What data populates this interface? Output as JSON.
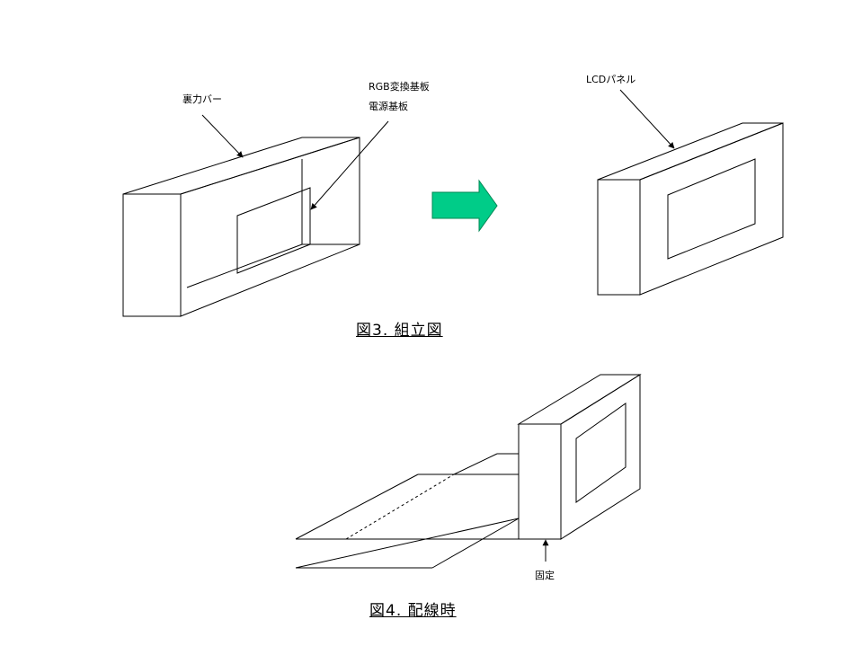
{
  "labels": {
    "back_bar": "裏力バー",
    "rgb_board": "RGB変換基板",
    "power_board": "電源基板",
    "lcd_panel": "LCDパネル",
    "fixed": "固定"
  },
  "captions": {
    "fig3": "図3. 組立図",
    "fig4": "図4. 配線時"
  },
  "colors": {
    "arrow_fill": "#00cc88",
    "line": "#000000"
  },
  "icons": {
    "assembly_arrow": "right-arrow-icon"
  }
}
